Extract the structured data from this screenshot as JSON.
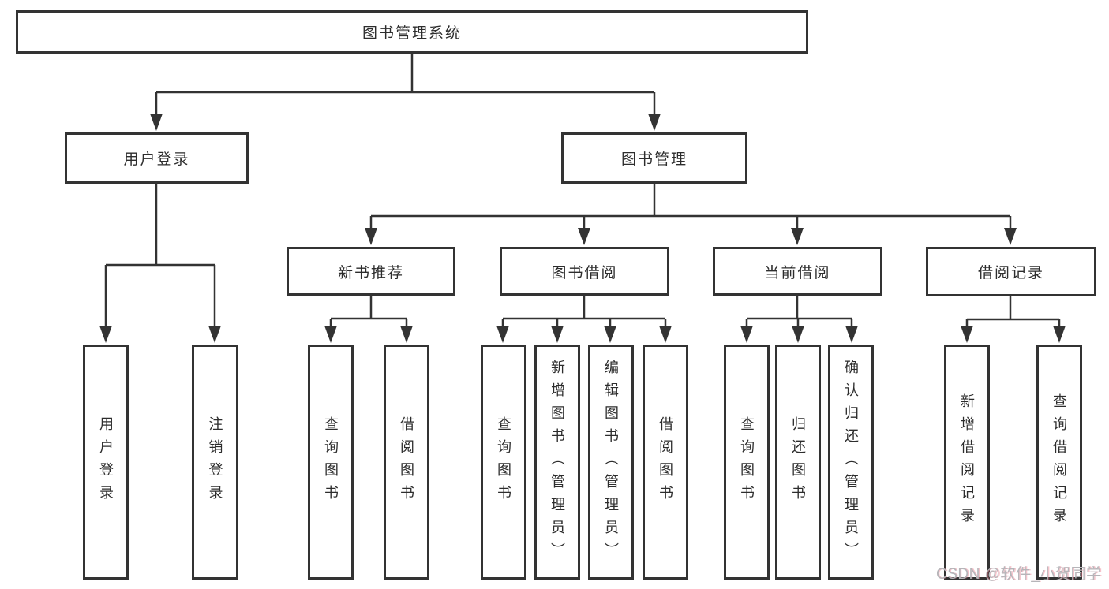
{
  "diagram": {
    "root": {
      "label": "图书管理系统"
    },
    "level2": [
      {
        "label": "用户登录"
      },
      {
        "label": "图书管理"
      }
    ],
    "level3": [
      {
        "label": "新书推荐"
      },
      {
        "label": "图书借阅"
      },
      {
        "label": "当前借阅"
      },
      {
        "label": "借阅记录"
      }
    ],
    "leaves": {
      "user_login": [
        {
          "label": "用户登录"
        },
        {
          "label": "注销登录"
        }
      ],
      "new_book": [
        {
          "label": "查询图书"
        },
        {
          "label": "借阅图书"
        }
      ],
      "book_borrow": [
        {
          "label": "查询图书"
        },
        {
          "label": "新增图书（管理员）"
        },
        {
          "label": "编辑图书（管理员）"
        },
        {
          "label": "借阅图书"
        }
      ],
      "current_borrow": [
        {
          "label": "查询图书"
        },
        {
          "label": "归还图书"
        },
        {
          "label": "确认归还（管理员）"
        }
      ],
      "borrow_record": [
        {
          "label": "新增借阅记录"
        },
        {
          "label": "查询借阅记录"
        }
      ]
    },
    "watermark": "CSDN @软件_小贺同学",
    "colors": {
      "line": "#333333",
      "text": "#2d2d2d",
      "background": "#ffffff",
      "watermark": "#b6b5b9"
    }
  }
}
